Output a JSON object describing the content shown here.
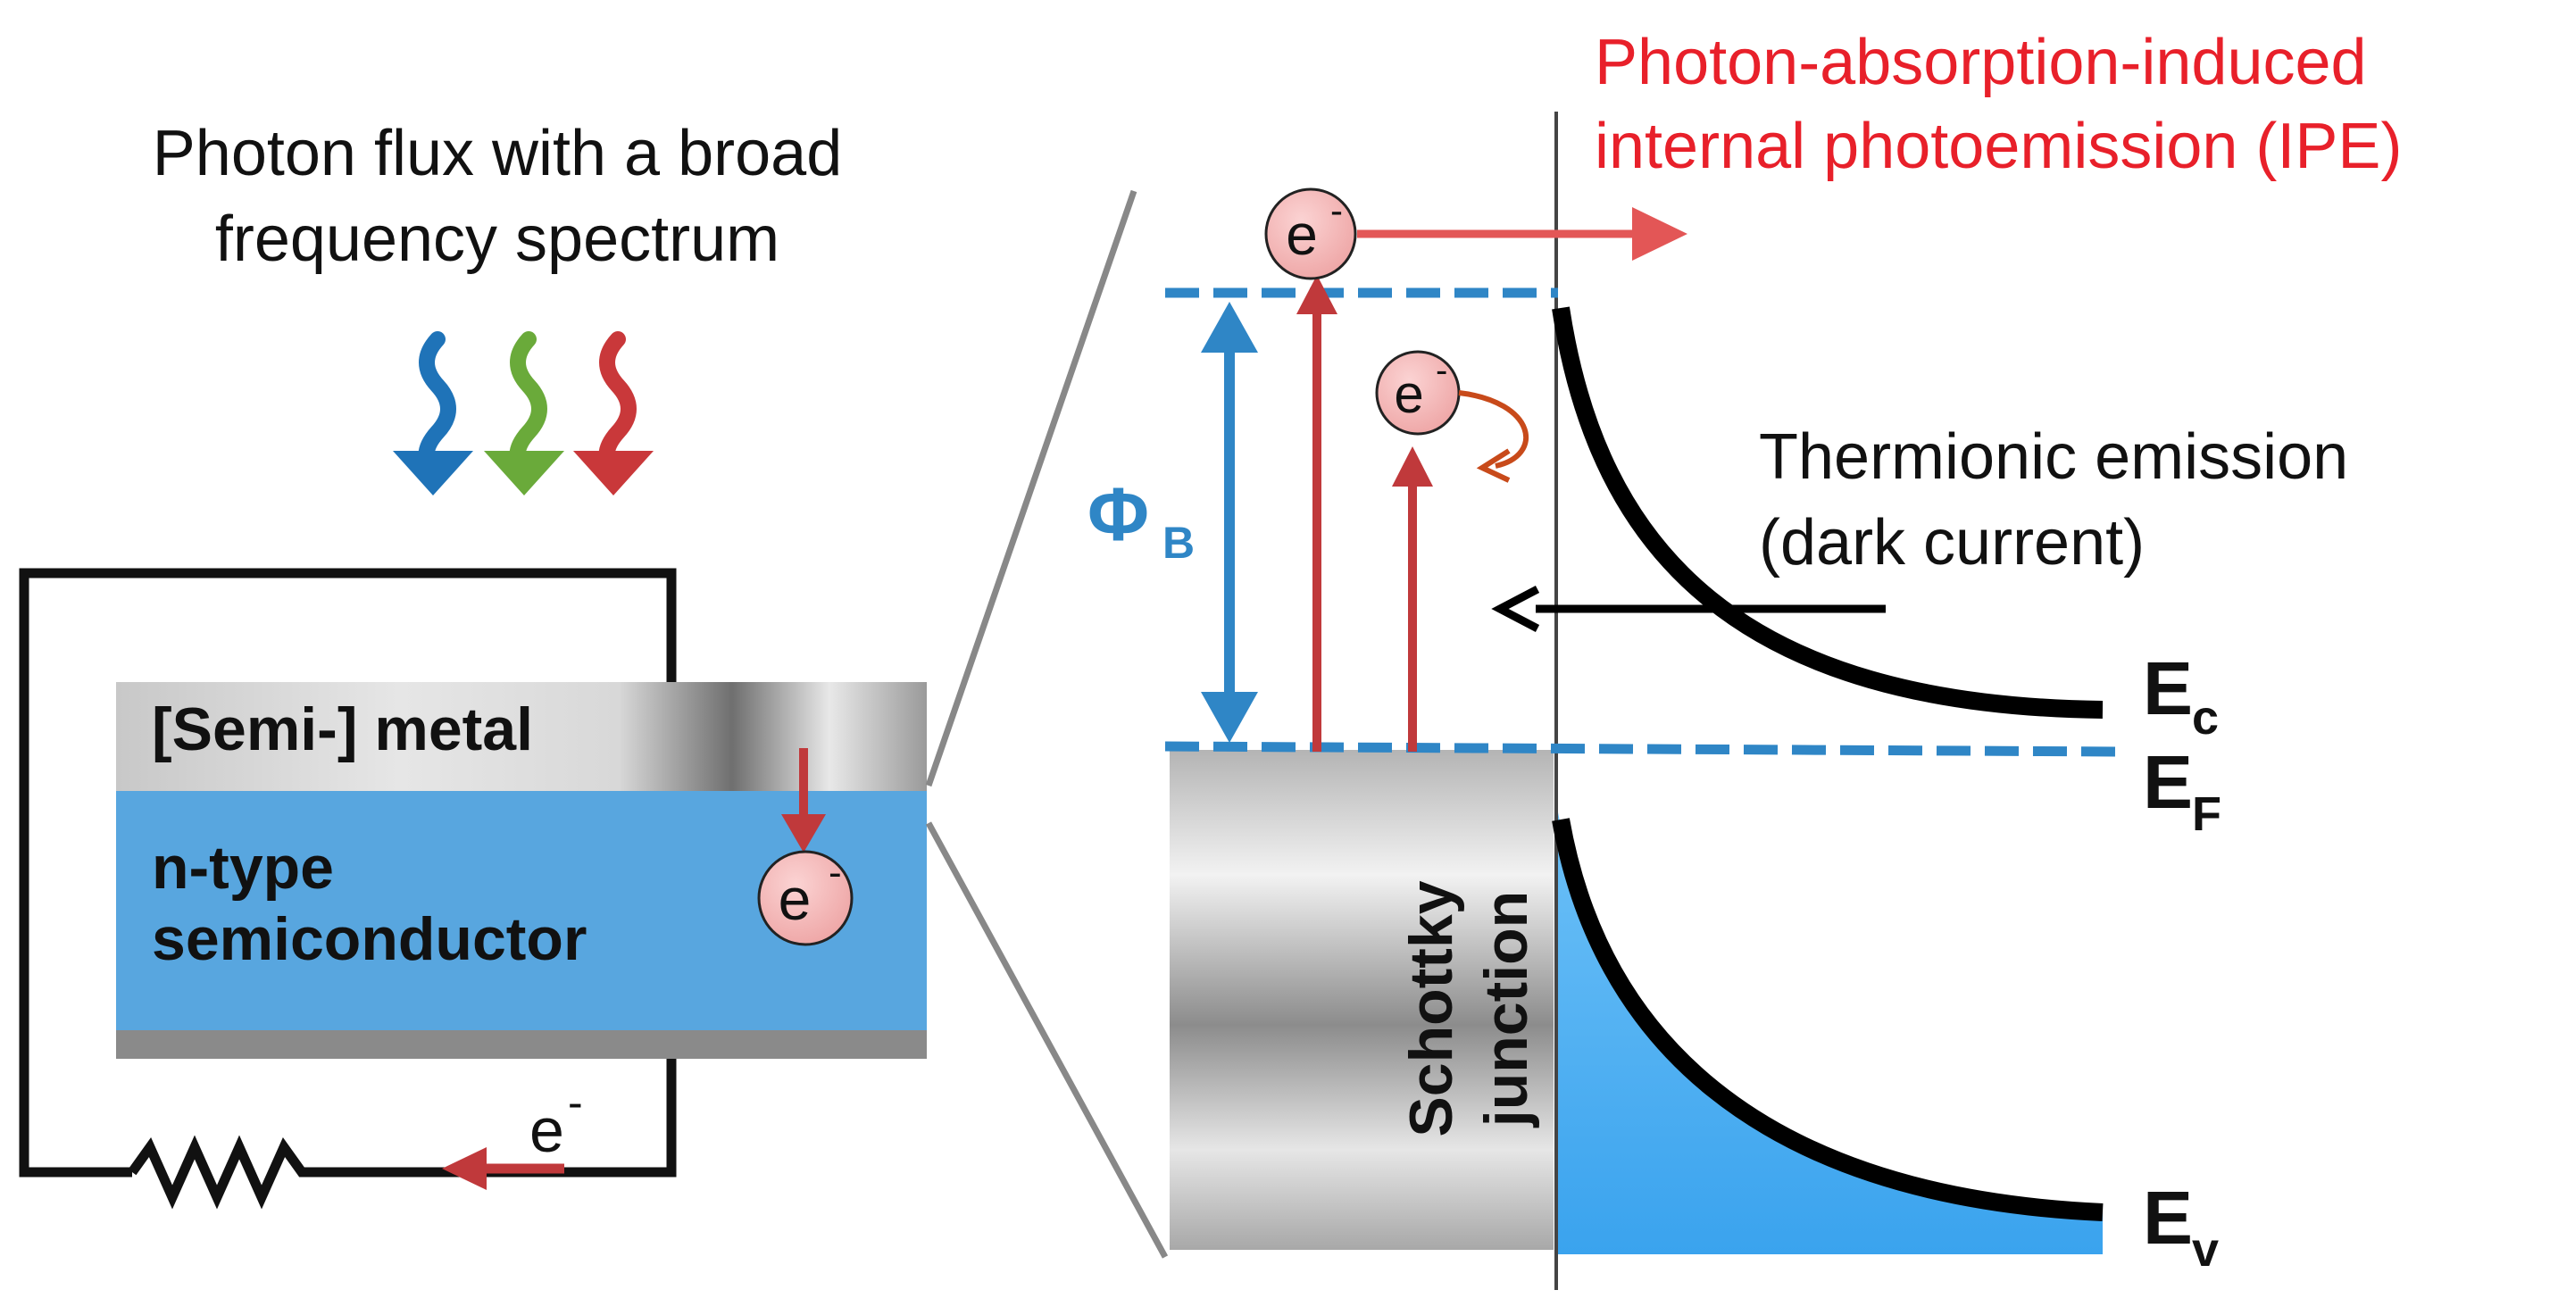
{
  "left_panel": {
    "photon_flux_title_line1": "Photon flux with a broad",
    "photon_flux_title_line2": "frequency spectrum",
    "metal_label": "[Semi-] metal",
    "semiconductor_label_line1": "n-type",
    "semiconductor_label_line2": "semiconductor",
    "electron_symbol": "e",
    "electron_superscript": "-"
  },
  "right_panel": {
    "ipe_title_line1": "Photon-absorption-induced",
    "ipe_title_line2": "internal photoemission (IPE)",
    "thermionic_line1": "Thermionic emission",
    "thermionic_line2": "(dark current)",
    "barrier_symbol": "Φ",
    "barrier_subscript": "B",
    "ec_symbol": "E",
    "ec_subscript": "c",
    "ef_symbol": "E",
    "ef_subscript": "F",
    "ev_symbol": "E",
    "ev_subscript": "v",
    "junction_line1": "Schottky",
    "junction_line2": "junction"
  },
  "colors": {
    "ipe_red": "#e8202a",
    "arrow_red": "#c0393b",
    "barrier_blue": "#2f86c6",
    "semiconductor_blue": "#58a6df",
    "band_fill_blue": "#46adf3",
    "electron_fill": "#f2b6b6",
    "photon_blue": "#1f73b8",
    "photon_green": "#6aaa3a",
    "photon_red": "#c9383a"
  }
}
